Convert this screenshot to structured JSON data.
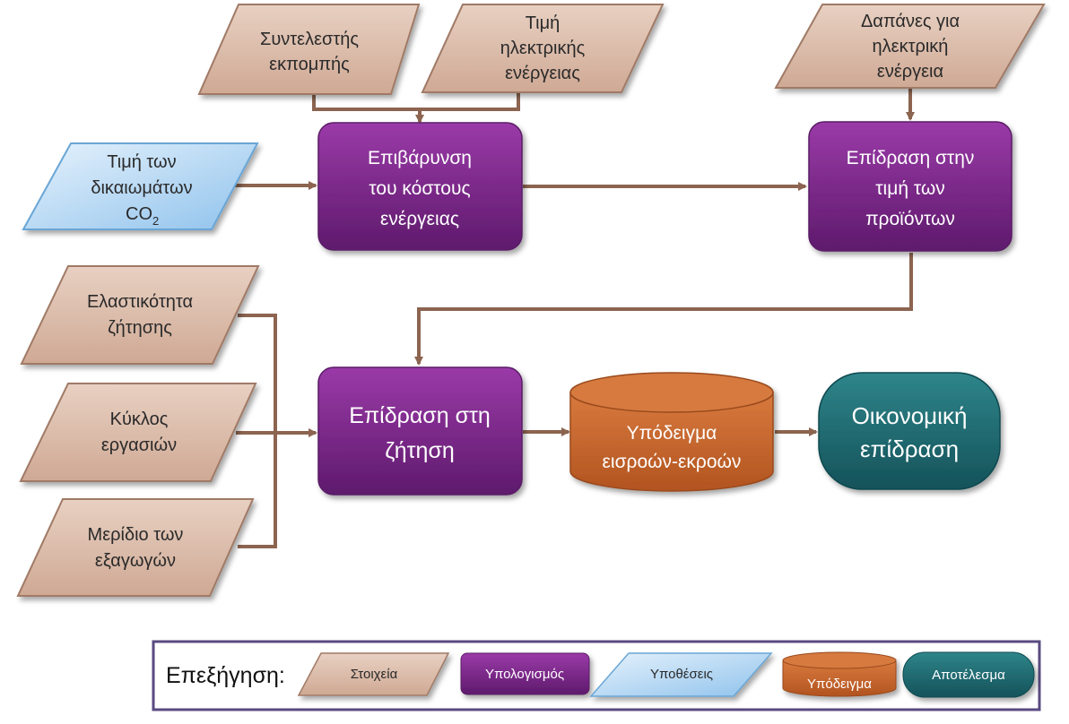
{
  "diagram": {
    "inputs": {
      "emission_factor": [
        "Συντελεστής",
        "εκπομπής"
      ],
      "electricity_price": [
        "Τιμή",
        "ηλεκτρικής",
        "ενέργειας"
      ],
      "electricity_costs": [
        "Δαπάνες για",
        "ηλεκτρική",
        "ενέργεια"
      ],
      "demand_elasticity": [
        "Ελαστικότητα",
        "ζήτησης"
      ],
      "business_cycle": [
        "Κύκλος",
        "εργασιών"
      ],
      "export_share": [
        "Μερίδιο των",
        "εξαγωγών"
      ]
    },
    "assumption": {
      "co2_price": [
        "Τιμή των",
        "δικαιωμάτων",
        "CO",
        "2"
      ]
    },
    "calculations": {
      "energy_cost_burden": [
        "Επιβάρυνση",
        "του κόστους",
        "ενέργειας"
      ],
      "product_price_effect": [
        "Επίδραση στην",
        "τιμή των",
        "προϊόντων"
      ],
      "demand_effect": [
        "Επίδραση στη",
        "ζήτηση"
      ]
    },
    "model": {
      "input_output": [
        "Υπόδειγμα",
        "εισροών-εκροών"
      ]
    },
    "result": {
      "economic_impact": [
        "Οικονομική",
        "επίδραση"
      ]
    }
  },
  "legend": {
    "title": "Επεξήγηση:",
    "items": {
      "data": "Στοιχεία",
      "calculation": "Υπολογισμός",
      "assumptions": "Υποθέσεις",
      "model": "Υπόδειγμα",
      "result": "Αποτέλεσμα"
    }
  },
  "colors": {
    "input_fill": "#dcbcaa",
    "input_stroke": "#a07a66",
    "calc_fill": "#7a2a86",
    "assumption_fill": "#bcdcf4",
    "model_fill": "#c8642a",
    "result_fill": "#1f6a6e",
    "arrow": "#8c6450",
    "legend_border": "#5a4a80"
  }
}
